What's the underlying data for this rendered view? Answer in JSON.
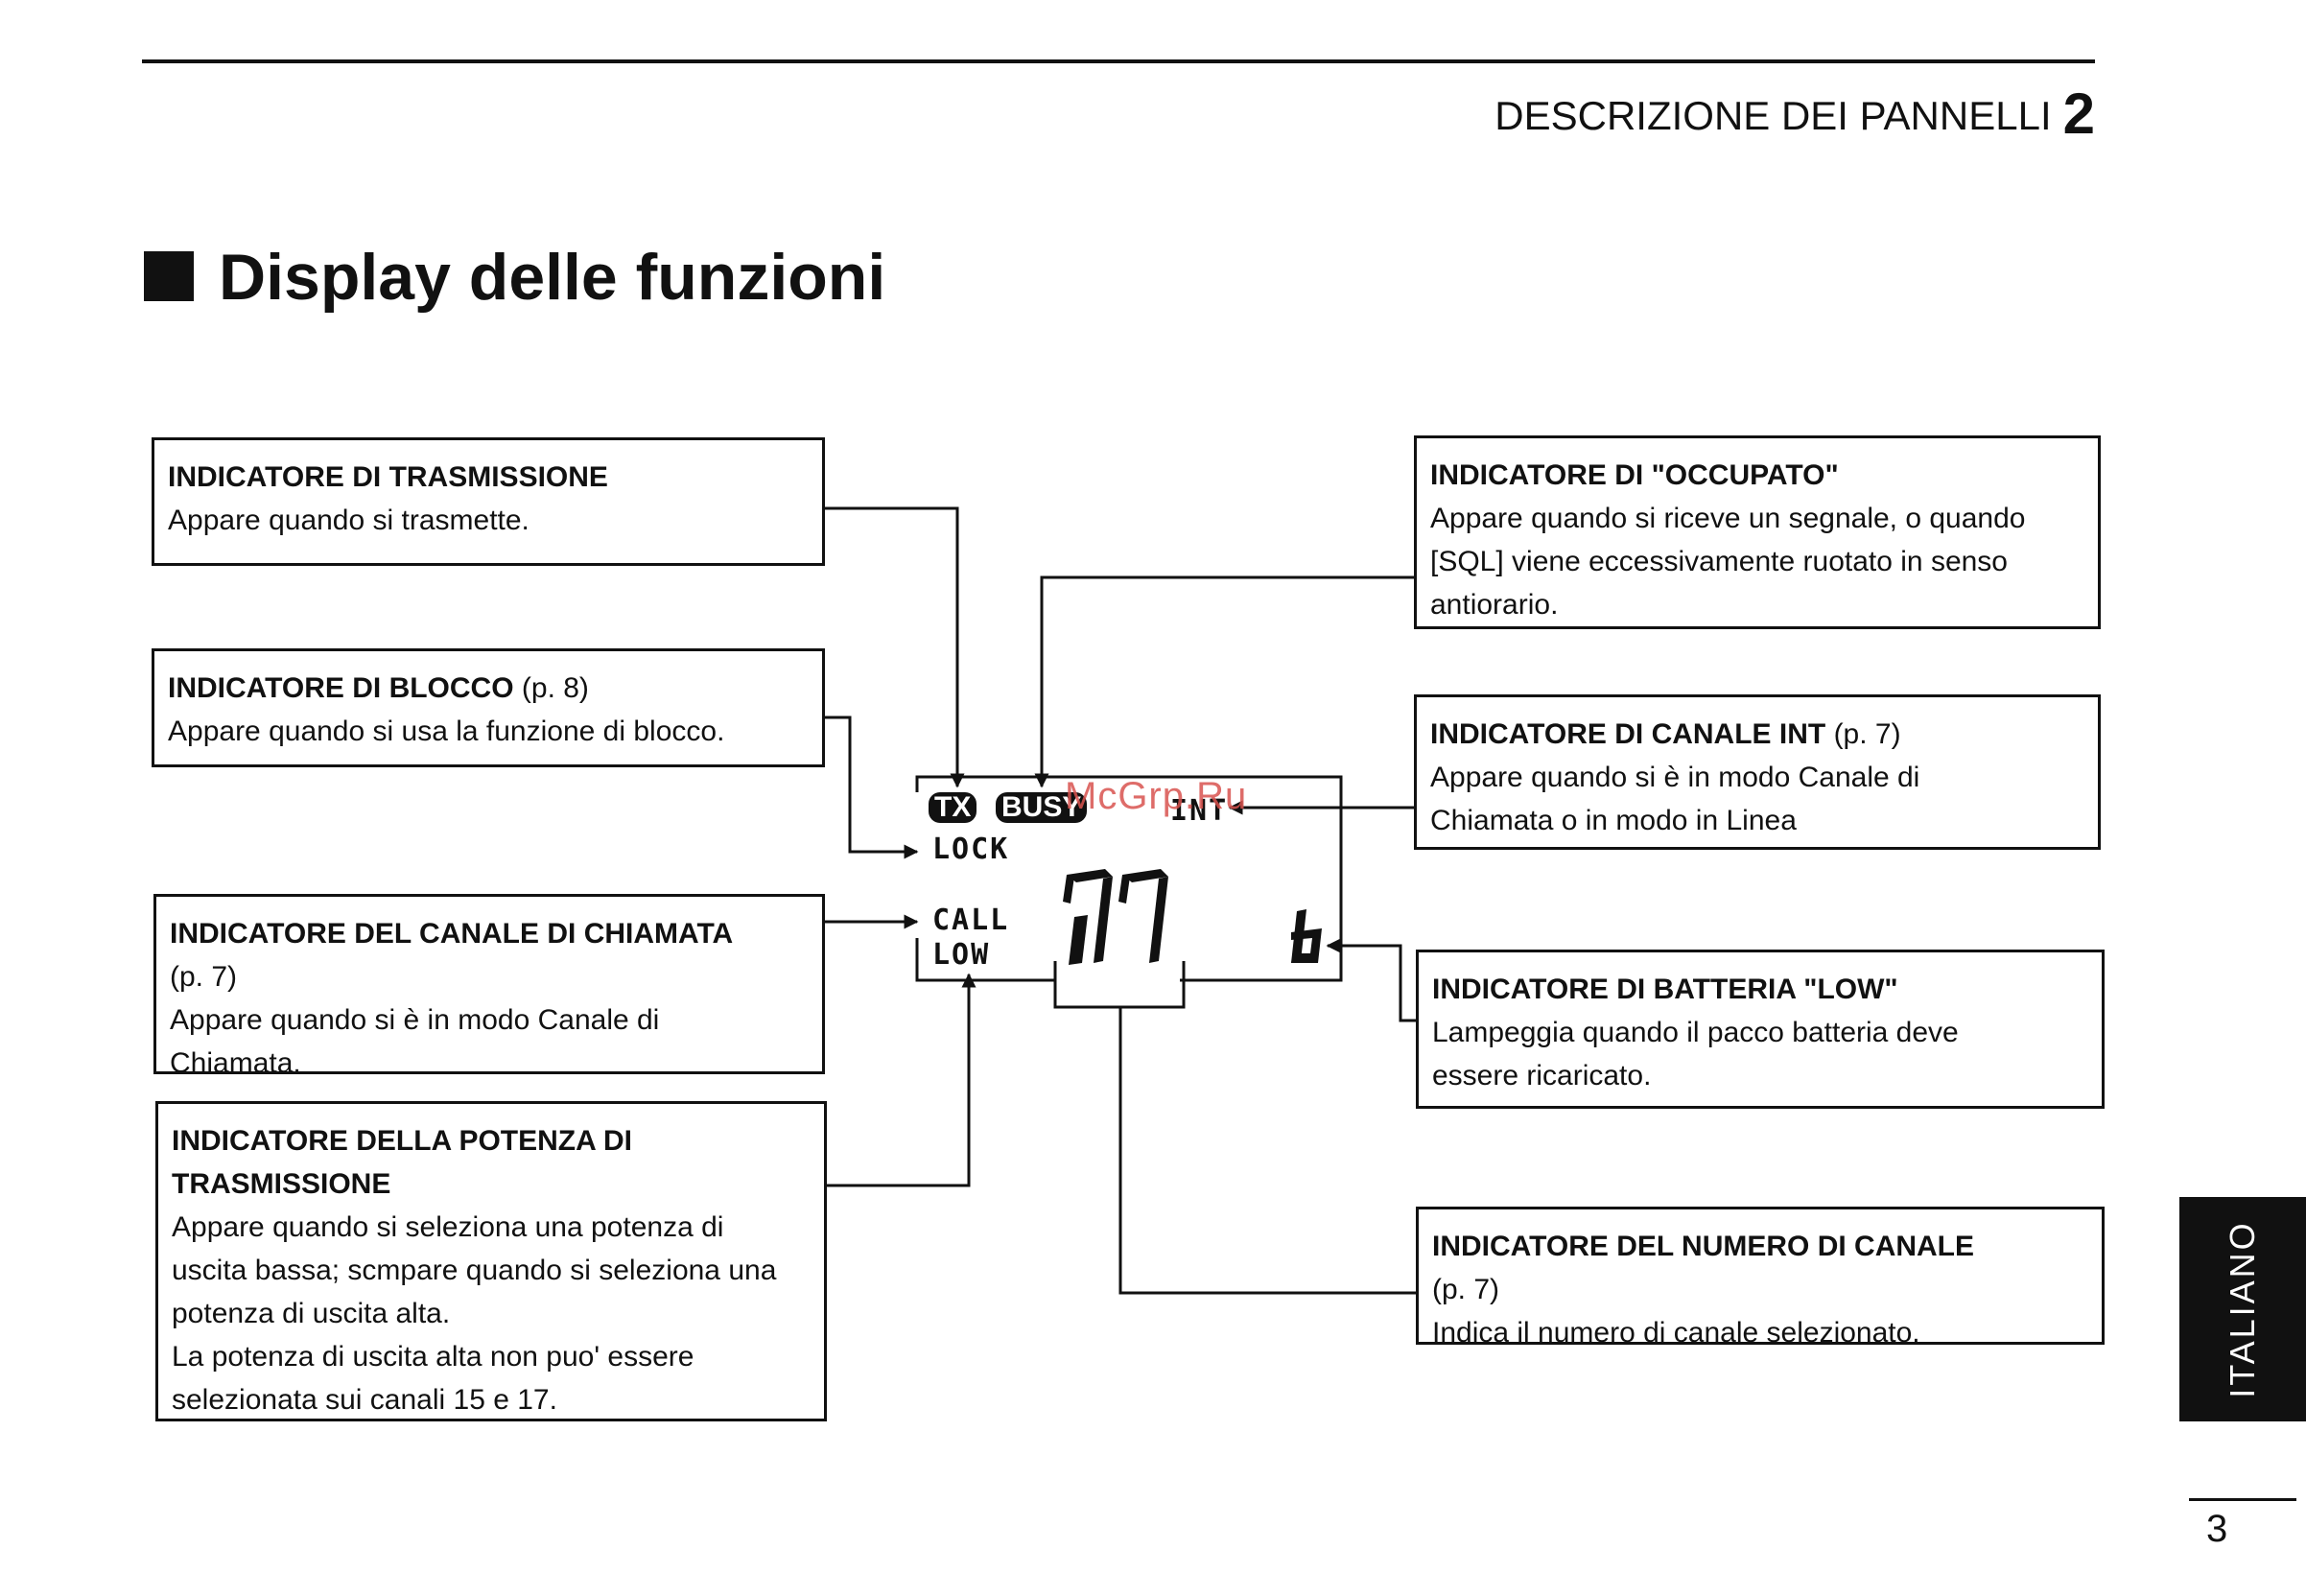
{
  "header": {
    "title": "DESCRIZIONE DEI PANNELLI",
    "chapter": "2"
  },
  "section": {
    "title": "Display delle funzioni"
  },
  "display": {
    "tx": "TX",
    "busy": "BUSY",
    "int": "INT",
    "lock": "LOCK",
    "call": "CALL",
    "low": "LOW",
    "channel": "77",
    "suffix": "b"
  },
  "boxes": {
    "tx": {
      "title": "INDICATORE DI TRASMISSIONE",
      "page": "",
      "lines": [
        "Appare quando si trasmette."
      ]
    },
    "lock": {
      "title": "INDICATORE DI BLOCCO",
      "page": " (p. 8)",
      "lines": [
        "Appare quando si usa la funzione di blocco."
      ]
    },
    "call": {
      "title": "INDICATORE DEL CANALE DI CHIAMATA",
      "page": "(p. 7)",
      "lines": [
        "Appare quando si è in modo Canale di",
        "Chiamata."
      ]
    },
    "power": {
      "title1": "INDICATORE DELLA POTENZA DI",
      "title2": "TRASMISSIONE",
      "lines": [
        "Appare quando si seleziona una potenza di",
        "uscita bassa; scmpare quando si seleziona una",
        "potenza di uscita alta.",
        "La potenza di uscita alta non puo' essere",
        "selezionata sui canali 15 e 17."
      ]
    },
    "busy": {
      "title": "INDICATORE DI \"OCCUPATO\"",
      "lines": [
        "Appare quando si riceve un segnale, o quando",
        "[SQL] viene eccessivamente ruotato in senso",
        "antiorario."
      ]
    },
    "int": {
      "title": "INDICATORE DI CANALE INT",
      "page": " (p. 7)",
      "lines": [
        "Appare quando si è in modo Canale di",
        "Chiamata o in modo in Linea"
      ]
    },
    "battery": {
      "title": "INDICATORE DI BATTERIA \"LOW\"",
      "lines": [
        "Lampeggia quando il pacco batteria deve",
        "essere ricaricato."
      ]
    },
    "channel": {
      "title": "INDICATORE DEL NUMERO DI CANALE",
      "page": "(p. 7)",
      "lines": [
        "Indica il numero di canale selezionato."
      ]
    }
  },
  "watermark": "McGrp.Ru",
  "side_tab": "ITALIANO",
  "page_number": "3"
}
